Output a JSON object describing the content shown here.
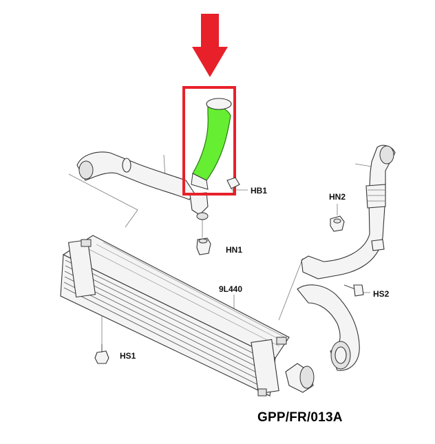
{
  "labels": {
    "hb1": "HB1",
    "hn2": "HN2",
    "hn1": "HN1",
    "l9440": "9L440",
    "hs2": "HS2",
    "hs1": "HS1"
  },
  "part_code": "GPP/FR/013A",
  "colors": {
    "arrow": "#e8202a",
    "highlight_box": "#e8202a",
    "highlighted_hose": "#66ee33"
  }
}
